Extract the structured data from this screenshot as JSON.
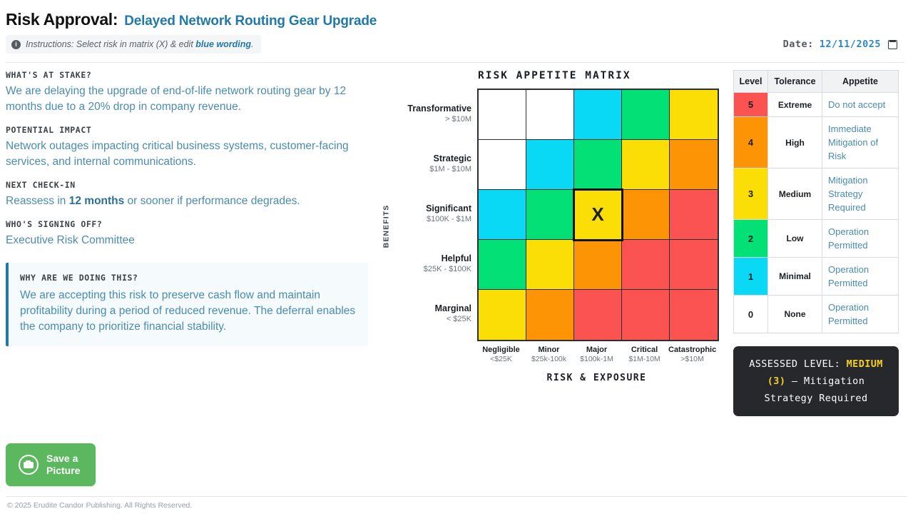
{
  "header": {
    "title_main": "Risk Approval:",
    "title_sub": "Delayed Network Routing Gear Upgrade",
    "instructions_prefix": "Instructions: Select risk in matrix (X) & edit ",
    "instructions_highlight": "blue wording",
    "instructions_suffix": ".",
    "info_glyph": "i",
    "date_label": "Date:",
    "date_value": "12/11/2025"
  },
  "fields": [
    {
      "label": "WHAT'S AT STAKE?",
      "value": "We are delaying the upgrade of end-of-life network routing gear by 12 months due to a 20% drop in company revenue."
    },
    {
      "label": "POTENTIAL IMPACT",
      "value": "Network outages impacting critical business systems, customer-facing services, and internal communications."
    },
    {
      "label": "NEXT CHECK-IN",
      "value_pre": "Reassess in ",
      "value_bold": "12 months",
      "value_post": " or sooner if performance degrades."
    },
    {
      "label": "WHO'S SIGNING OFF?",
      "value": "Executive Risk Committee"
    }
  ],
  "why_box": {
    "label": "WHY ARE WE DOING THIS?",
    "value": "We are accepting this risk to preserve cash flow and maintain profitability during a period of reduced revenue. The deferral enables the company to prioritize financial stability."
  },
  "chart_data": {
    "type": "heatmap",
    "title": "RISK APPETITE MATRIX",
    "xlabel": "RISK & EXPOSURE",
    "ylabel": "BENEFITS",
    "rows": [
      {
        "name": "Transformative",
        "range": "> $10M"
      },
      {
        "name": "Strategic",
        "range": "$1M - $10M"
      },
      {
        "name": "Significant",
        "range": "$100K - $1M"
      },
      {
        "name": "Helpful",
        "range": "$25K - $100K"
      },
      {
        "name": "Marginal",
        "range": "< $25K"
      }
    ],
    "columns": [
      {
        "name": "Negligible",
        "range": "<$25K"
      },
      {
        "name": "Minor",
        "range": "$25k-100k"
      },
      {
        "name": "Major",
        "range": "$100k-1M"
      },
      {
        "name": "Critical",
        "range": "$1M-10M"
      },
      {
        "name": "Catastrophic",
        "range": ">$10M"
      }
    ],
    "level_colors": {
      "0": "#ffffff",
      "1": "#0ad9f5",
      "2": "#03e075",
      "3": "#fade06",
      "4": "#fd9406",
      "5": "#fb5252"
    },
    "levels": [
      [
        0,
        0,
        1,
        2,
        3
      ],
      [
        0,
        1,
        2,
        3,
        4
      ],
      [
        1,
        2,
        3,
        4,
        5
      ],
      [
        2,
        3,
        4,
        5,
        5
      ],
      [
        3,
        4,
        5,
        5,
        5
      ]
    ],
    "selected": {
      "row": 2,
      "col": 2,
      "marker": "X"
    }
  },
  "legend": {
    "headers": [
      "Level",
      "Tolerance",
      "Appetite"
    ],
    "rows": [
      {
        "level": "5",
        "tolerance": "Extreme",
        "appetite": "Do not accept",
        "color": "#fb5252"
      },
      {
        "level": "4",
        "tolerance": "High",
        "appetite": "Immediate Mitigation of Risk",
        "color": "#fd9406"
      },
      {
        "level": "3",
        "tolerance": "Medium",
        "appetite": "Mitigation Strategy Required",
        "color": "#fade06"
      },
      {
        "level": "2",
        "tolerance": "Low",
        "appetite": "Operation Permitted",
        "color": "#03e075"
      },
      {
        "level": "1",
        "tolerance": "Minimal",
        "appetite": "Operation Permitted",
        "color": "#0ad9f5"
      },
      {
        "level": "0",
        "tolerance": "None",
        "appetite": "Operation Permitted",
        "color": "#ffffff"
      }
    ]
  },
  "assessed": {
    "prefix": "ASSESSED LEVEL: ",
    "level_name": "MEDIUM",
    "level_number": "(3)",
    "separator": " — ",
    "text": "Mitigation Strategy Required"
  },
  "footer": {
    "save_label": "Save a\nPicture",
    "copyright": "© 2025 Erudite Candor Publishing. All Rights Reserved."
  }
}
